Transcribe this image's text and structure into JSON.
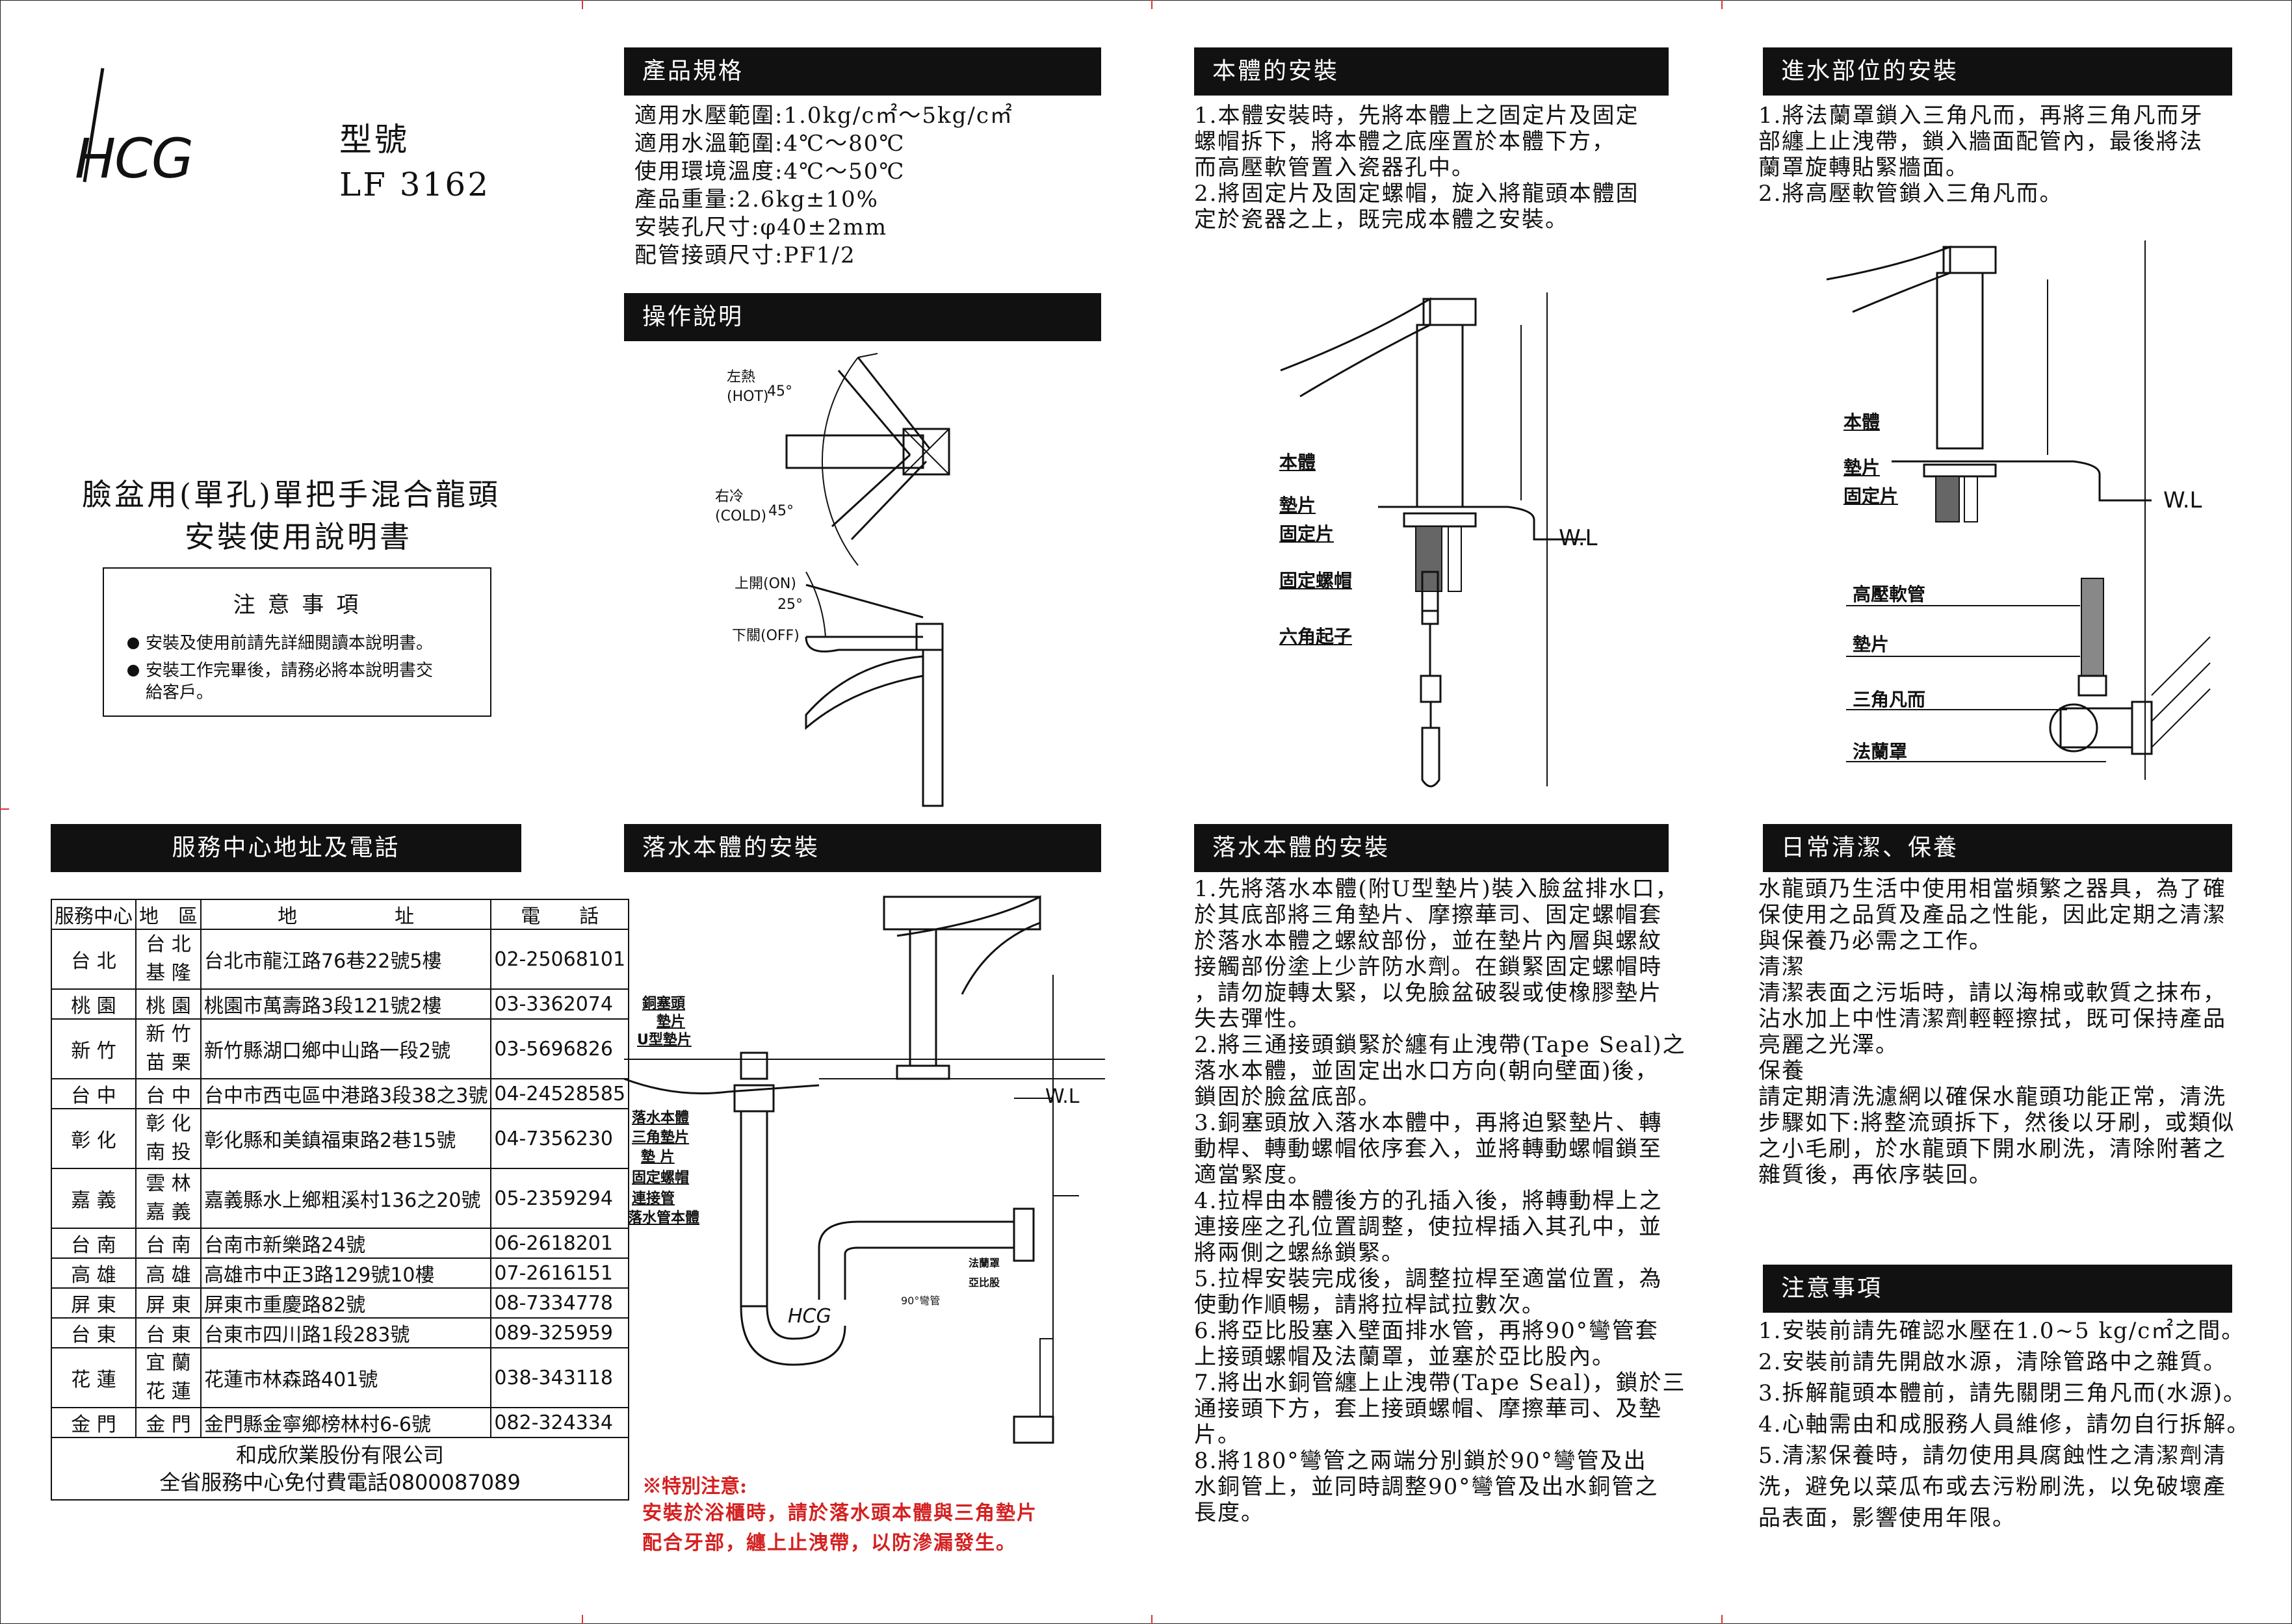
{
  "brand": {
    "logo_text": "HCG",
    "model_label": "型號",
    "model_number": "LF 3162"
  },
  "cover": {
    "title_line1": "臉盆用(單孔)單把手混合龍頭",
    "title_line2": "安裝使用說明書",
    "notice_title": "注 意 事 項",
    "notice_items": [
      "安裝及使用前請先詳細閱讀本說明書。",
      "安裝工作完畢後，請務必將本說明書交\n給客戶。"
    ]
  },
  "service": {
    "header": "服務中心地址及電話",
    "columns": [
      "服務中心",
      "地　區",
      "地　　　　　址",
      "電　　話"
    ],
    "rows": [
      {
        "center": "台 北",
        "region": "台 北\n基 隆",
        "address": "台北市龍江路76巷22號5樓",
        "phone": "02-25068101"
      },
      {
        "center": "桃 園",
        "region": "桃 園",
        "address": "桃園市萬壽路3段121號2樓",
        "phone": "03-3362074"
      },
      {
        "center": "新 竹",
        "region": "新 竹\n苗 栗",
        "address": "新竹縣湖口鄉中山路一段2號",
        "phone": "03-5696826"
      },
      {
        "center": "台 中",
        "region": "台 中",
        "address": "台中市西屯區中港路3段38之3號",
        "phone": "04-24528585"
      },
      {
        "center": "彰 化",
        "region": "彰 化\n南 投",
        "address": "彰化縣和美鎮福東路2巷15號",
        "phone": "04-7356230"
      },
      {
        "center": "嘉 義",
        "region": "雲 林\n嘉 義",
        "address": "嘉義縣水上鄉粗溪村136之20號",
        "phone": "05-2359294"
      },
      {
        "center": "台 南",
        "region": "台 南",
        "address": "台南市新樂路24號",
        "phone": "06-2618201"
      },
      {
        "center": "高 雄",
        "region": "高 雄",
        "address": "高雄市中正3路129號10樓",
        "phone": "07-2616151"
      },
      {
        "center": "屏 東",
        "region": "屏 東",
        "address": "屏東市重慶路82號",
        "phone": "08-7334778"
      },
      {
        "center": "台 東",
        "region": "台 東",
        "address": "台東市四川路1段283號",
        "phone": "089-325959"
      },
      {
        "center": "花 蓮",
        "region": "宜 蘭\n花 蓮",
        "address": "花蓮市林森路401號",
        "phone": "038-343118"
      },
      {
        "center": "金 門",
        "region": "金 門",
        "address": "金門縣金寧鄉榜林村6-6號",
        "phone": "082-324334"
      }
    ],
    "company": "和成欣業股份有限公司",
    "hotline": "全省服務中心免付費電話0800087089"
  },
  "specs": {
    "header": "產品規格",
    "lines": [
      "適用水壓範圍:1.0kg/c㎡～5kg/c㎡",
      "適用水溫範圍:4℃～80℃",
      "使用環境溫度:4℃～50℃",
      "產品重量:2.6kg±10%",
      "安裝孔尺寸:φ40±2mm",
      "配管接頭尺寸:PF1/2"
    ]
  },
  "operation": {
    "header": "操作說明",
    "hot_label": "左熱\n(HOT)",
    "hot_angle": "45°",
    "cold_label": "右冷\n(COLD)",
    "cold_angle": "45°",
    "on_label": "上開(ON)",
    "off_label": "下關(OFF)",
    "lift_angle": "25°"
  },
  "drain": {
    "header": "落水本體的安裝",
    "labels": [
      "銅塞頭",
      "墊片",
      "U型墊片",
      "落水本體",
      "三角墊片",
      "墊 片",
      "固定螺帽",
      "連接管",
      "落水管本體"
    ],
    "flange_label": "法蘭罩",
    "nipple_label": "亞比股",
    "bend_label": "90°彎管",
    "wl_label": "W.L",
    "logo_text": "HCG",
    "warning_title": "※特別注意:",
    "warning_text": "安裝於浴櫃時，請於落水頭本體與三角墊片\n配合牙部，纏上止洩帶，以防滲漏發生。"
  },
  "body_install": {
    "header": "本體的安裝",
    "text": "1.本體安裝時，先將本體上之固定片及固定\n螺帽拆下，將本體之底座置於本體下方，\n而高壓軟管置入瓷器孔中。\n2.將固定片及固定螺帽，旋入將龍頭本體固\n定於瓷器之上，既完成本體之安裝。",
    "labels": [
      "本體",
      "墊片",
      "固定片",
      "固定螺帽",
      "六角起子"
    ],
    "wl_label": "W.L"
  },
  "drain_steps": {
    "header": "落水本體的安裝",
    "text": "1.先將落水本體(附U型墊片)裝入臉盆排水口，\n於其底部將三角墊片、摩擦華司、固定螺帽套\n於落水本體之螺紋部份，並在墊片內層與螺紋\n接觸部份塗上少許防水劑。在鎖緊固定螺帽時\n，請勿旋轉太緊，以免臉盆破裂或使橡膠墊片\n失去彈性。\n2.將三通接頭鎖緊於纏有止洩帶(Tape Seal)之\n落水本體，並固定出水口方向(朝向壁面)後，\n鎖固於臉盆底部。\n3.銅塞頭放入落水本體中，再將迫緊墊片、轉\n動桿、轉動螺帽依序套入，並將轉動螺帽鎖至\n適當緊度。\n4.拉桿由本體後方的孔插入後，將轉動桿上之\n連接座之孔位置調整，使拉桿插入其孔中，並\n將兩側之螺絲鎖緊。\n5.拉桿安裝完成後，調整拉桿至適當位置，為\n使動作順暢，請將拉桿試拉數次。\n6.將亞比股塞入壁面排水管，再將90°彎管套\n上接頭螺帽及法蘭罩，並塞於亞比股內。\n7.將出水銅管纏上止洩帶(Tape Seal)，鎖於三\n通接頭下方，套上接頭螺帽、摩擦華司、及墊\n片。\n8.將180°彎管之兩端分別鎖於90°彎管及出\n水銅管上，並同時調整90°彎管及出水銅管之\n長度。"
  },
  "inlet": {
    "header": "進水部位的安裝",
    "text": "1.將法蘭罩鎖入三角凡而，再將三角凡而牙\n部纏上止洩帶，鎖入牆面配管內，最後將法\n蘭罩旋轉貼緊牆面。\n2.將高壓軟管鎖入三角凡而。",
    "labels": [
      "本體",
      "墊片",
      "固定片",
      "高壓軟管",
      "墊片",
      "三角凡而",
      "法蘭罩"
    ],
    "wl_label": "W.L"
  },
  "cleaning": {
    "header": "日常清潔、保養",
    "text": "水龍頭乃生活中使用相當頻繁之器具，為了確\n保使用之品質及產品之性能，因此定期之清潔\n與保養乃必需之工作。\n清潔\n清潔表面之污垢時，請以海棉或軟質之抹布，\n沾水加上中性清潔劑輕輕擦拭，既可保持產品\n亮麗之光澤。\n保養\n請定期清洗濾網以確保水龍頭功能正常，清洗\n步驟如下:將整流頭拆下，然後以牙刷，或類似\n之小毛刷，於水龍頭下開水刷洗，清除附著之\n雜質後，再依序裝回。"
  },
  "notes": {
    "header": "注意事項",
    "text": "1.安裝前請先確認水壓在1.0~5 kg/c㎡之間。\n2.安裝前請先開啟水源，清除管路中之雜質。\n3.拆解龍頭本體前，請先關閉三角凡而(水源)。\n4.心軸需由和成服務人員維修，請勿自行拆解。\n5.清潔保養時，請勿使用具腐蝕性之清潔劑清\n洗，避免以菜瓜布或去污粉刷洗，以免破壞產\n品表面，影響使用年限。"
  },
  "colors": {
    "header_bg": "#111111",
    "header_text": "#ffffff",
    "warning": "#d42020",
    "fold_mark": "#d33333"
  }
}
